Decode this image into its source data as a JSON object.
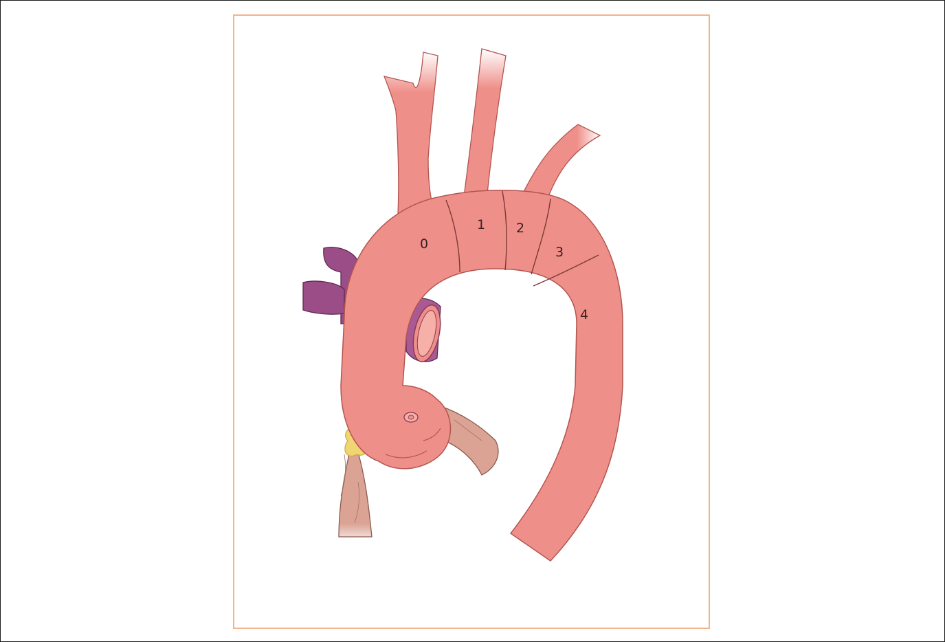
{
  "diagram": {
    "zones": [
      {
        "id": "zone-0",
        "label": "0"
      },
      {
        "id": "zone-1",
        "label": "1"
      },
      {
        "id": "zone-2",
        "label": "2"
      },
      {
        "id": "zone-3",
        "label": "3"
      },
      {
        "id": "zone-4",
        "label": "4"
      }
    ],
    "colors": {
      "aorta": "#ef8f8a",
      "aorta_outline": "#b3544f",
      "vena_cava": "#9a4d86",
      "pulmonary_artery": "#a95a93",
      "pulmonary_vessel": "#d8a08e",
      "fat": "#f0d673",
      "frame_border": "#f2b48a"
    }
  }
}
